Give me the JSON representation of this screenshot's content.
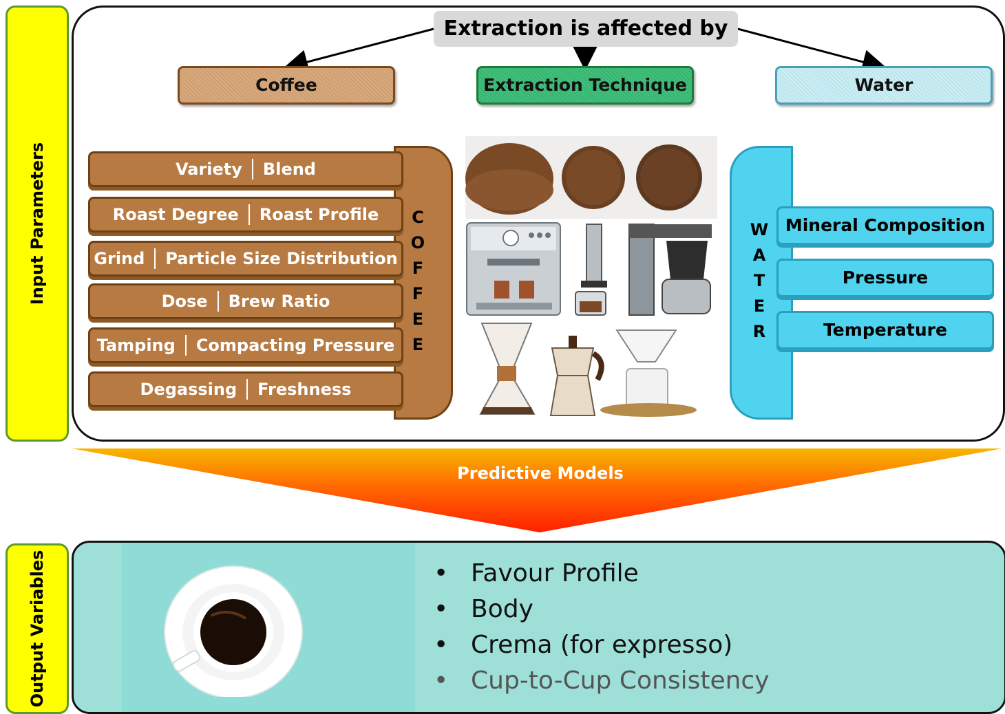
{
  "labels": {
    "input_parameters": "Input Parameters",
    "output_variables": "Output Variables"
  },
  "header": {
    "title": "Extraction is affected by ..."
  },
  "categories": {
    "coffee": "Coffee",
    "technique": "Extraction Technique",
    "water": "Water"
  },
  "coffee_params": [
    {
      "left": "Variety",
      "right": "Blend"
    },
    {
      "left": "Roast Degree",
      "right": "Roast Profile"
    },
    {
      "left": "Grind",
      "right": "Particle Size Distribution"
    },
    {
      "left": "Dose",
      "right": "Brew Ratio"
    },
    {
      "left": "Tamping",
      "right": "Compacting Pressure"
    },
    {
      "left": "Degassing",
      "right": "Freshness"
    }
  ],
  "coffee_vertical": [
    "C",
    "O",
    "F",
    "F",
    "E",
    "E"
  ],
  "water_vertical": [
    "W",
    "A",
    "T",
    "E",
    "R"
  ],
  "water_params": [
    "Mineral Composition",
    "Pressure",
    "Temperature"
  ],
  "model_label": "Predictive Models",
  "outputs": [
    {
      "text": "Favour Profile"
    },
    {
      "text": "Body"
    },
    {
      "text": "Crema (for expresso)"
    },
    {
      "text": "Cup-to-Cup Consistency"
    }
  ],
  "bullet": "•",
  "colors": {
    "coffee": "#b77a42",
    "water": "#4fd3ee",
    "technique": "#3fc07a",
    "label_bg": "#ffff00",
    "output_bg": "#9ee0d8"
  }
}
